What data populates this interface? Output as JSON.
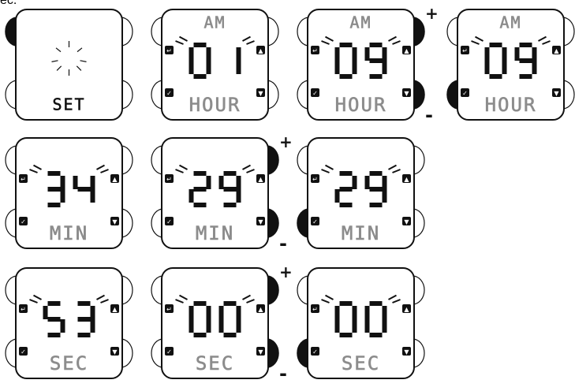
{
  "caption": "ec.",
  "colors": {
    "outline": "#111111",
    "button_active": "#111111",
    "segment_dark": "#111111",
    "segment_gray": "#8c8c8c"
  },
  "rows": [
    {
      "screens": [
        {
          "top": "",
          "digits": "",
          "bottom": "SET",
          "variant": "set",
          "pressed": [
            "top-left"
          ],
          "indicators": []
        },
        {
          "top": "AM",
          "digits": "01",
          "bottom": "HOUR",
          "variant": "value",
          "pressed": [],
          "indicators": []
        },
        {
          "top": "AM",
          "digits": "09",
          "bottom": "HOUR",
          "variant": "value",
          "pressed": [
            "top-right",
            "bottom-right"
          ],
          "indicators": [
            "+",
            "-"
          ]
        },
        {
          "top": "AM",
          "digits": "09",
          "bottom": "HOUR",
          "variant": "value",
          "pressed": [
            "bottom-left"
          ],
          "indicators": []
        }
      ]
    },
    {
      "screens": [
        {
          "top": "",
          "digits": "34",
          "bottom": "MIN",
          "variant": "value",
          "pressed": [],
          "indicators": []
        },
        {
          "top": "",
          "digits": "29",
          "bottom": "MIN",
          "variant": "value",
          "pressed": [
            "top-right",
            "bottom-right"
          ],
          "indicators": [
            "+",
            "-"
          ]
        },
        {
          "top": "",
          "digits": "29",
          "bottom": "MIN",
          "variant": "value",
          "pressed": [
            "bottom-left"
          ],
          "indicators": []
        }
      ]
    },
    {
      "screens": [
        {
          "top": "",
          "digits": "53",
          "bottom": "SEC",
          "variant": "value",
          "pressed": [],
          "indicators": []
        },
        {
          "top": "",
          "digits": "00",
          "bottom": "SEC",
          "variant": "value",
          "pressed": [
            "top-right",
            "bottom-right"
          ],
          "indicators": [
            "+",
            "-"
          ]
        },
        {
          "top": "",
          "digits": "00",
          "bottom": "SEC",
          "variant": "value",
          "pressed": [
            "bottom-left"
          ],
          "indicators": []
        }
      ]
    }
  ]
}
